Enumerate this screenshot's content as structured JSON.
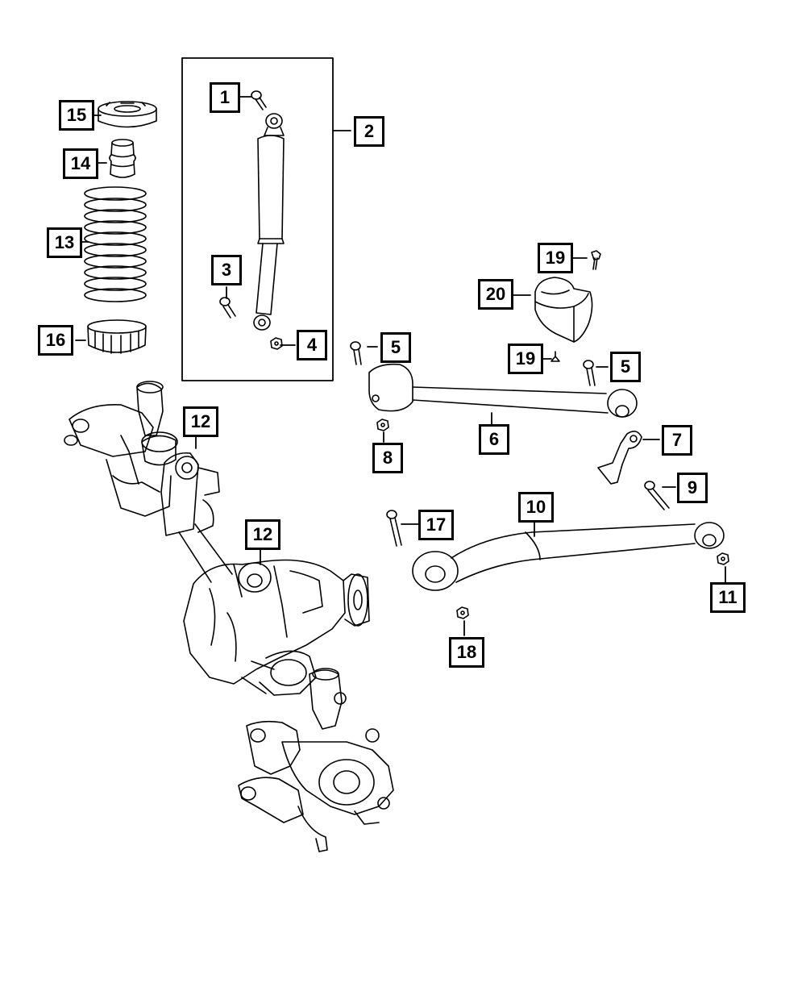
{
  "callouts": {
    "c1": "1",
    "c2": "2",
    "c3": "3",
    "c4": "4",
    "c5a": "5",
    "c5b": "5",
    "c6": "6",
    "c7": "7",
    "c8": "8",
    "c9": "9",
    "c10": "10",
    "c11": "11",
    "c12a": "12",
    "c12b": "12",
    "c13": "13",
    "c14": "14",
    "c15": "15",
    "c16": "16",
    "c17": "17",
    "c18": "18",
    "c19a": "19",
    "c19b": "19",
    "c20": "20"
  },
  "parts": {
    "p1": "shock-upper-bolt",
    "p2": "shock-absorber-assembly",
    "p3": "shock-lower-bolt",
    "p4": "shock-nut",
    "p5": "control-arm-bolt",
    "p6": "upper-control-arm",
    "p7": "bracket",
    "p8": "nut",
    "p9": "bolt",
    "p10": "lower-control-arm",
    "p11": "nut",
    "p12": "bushing",
    "p13": "coil-spring",
    "p14": "jounce-bumper",
    "p15": "spring-upper-isolator",
    "p16": "spring-lower-isolator",
    "p17": "bolt",
    "p18": "nut",
    "p19": "screw",
    "p20": "cap"
  }
}
